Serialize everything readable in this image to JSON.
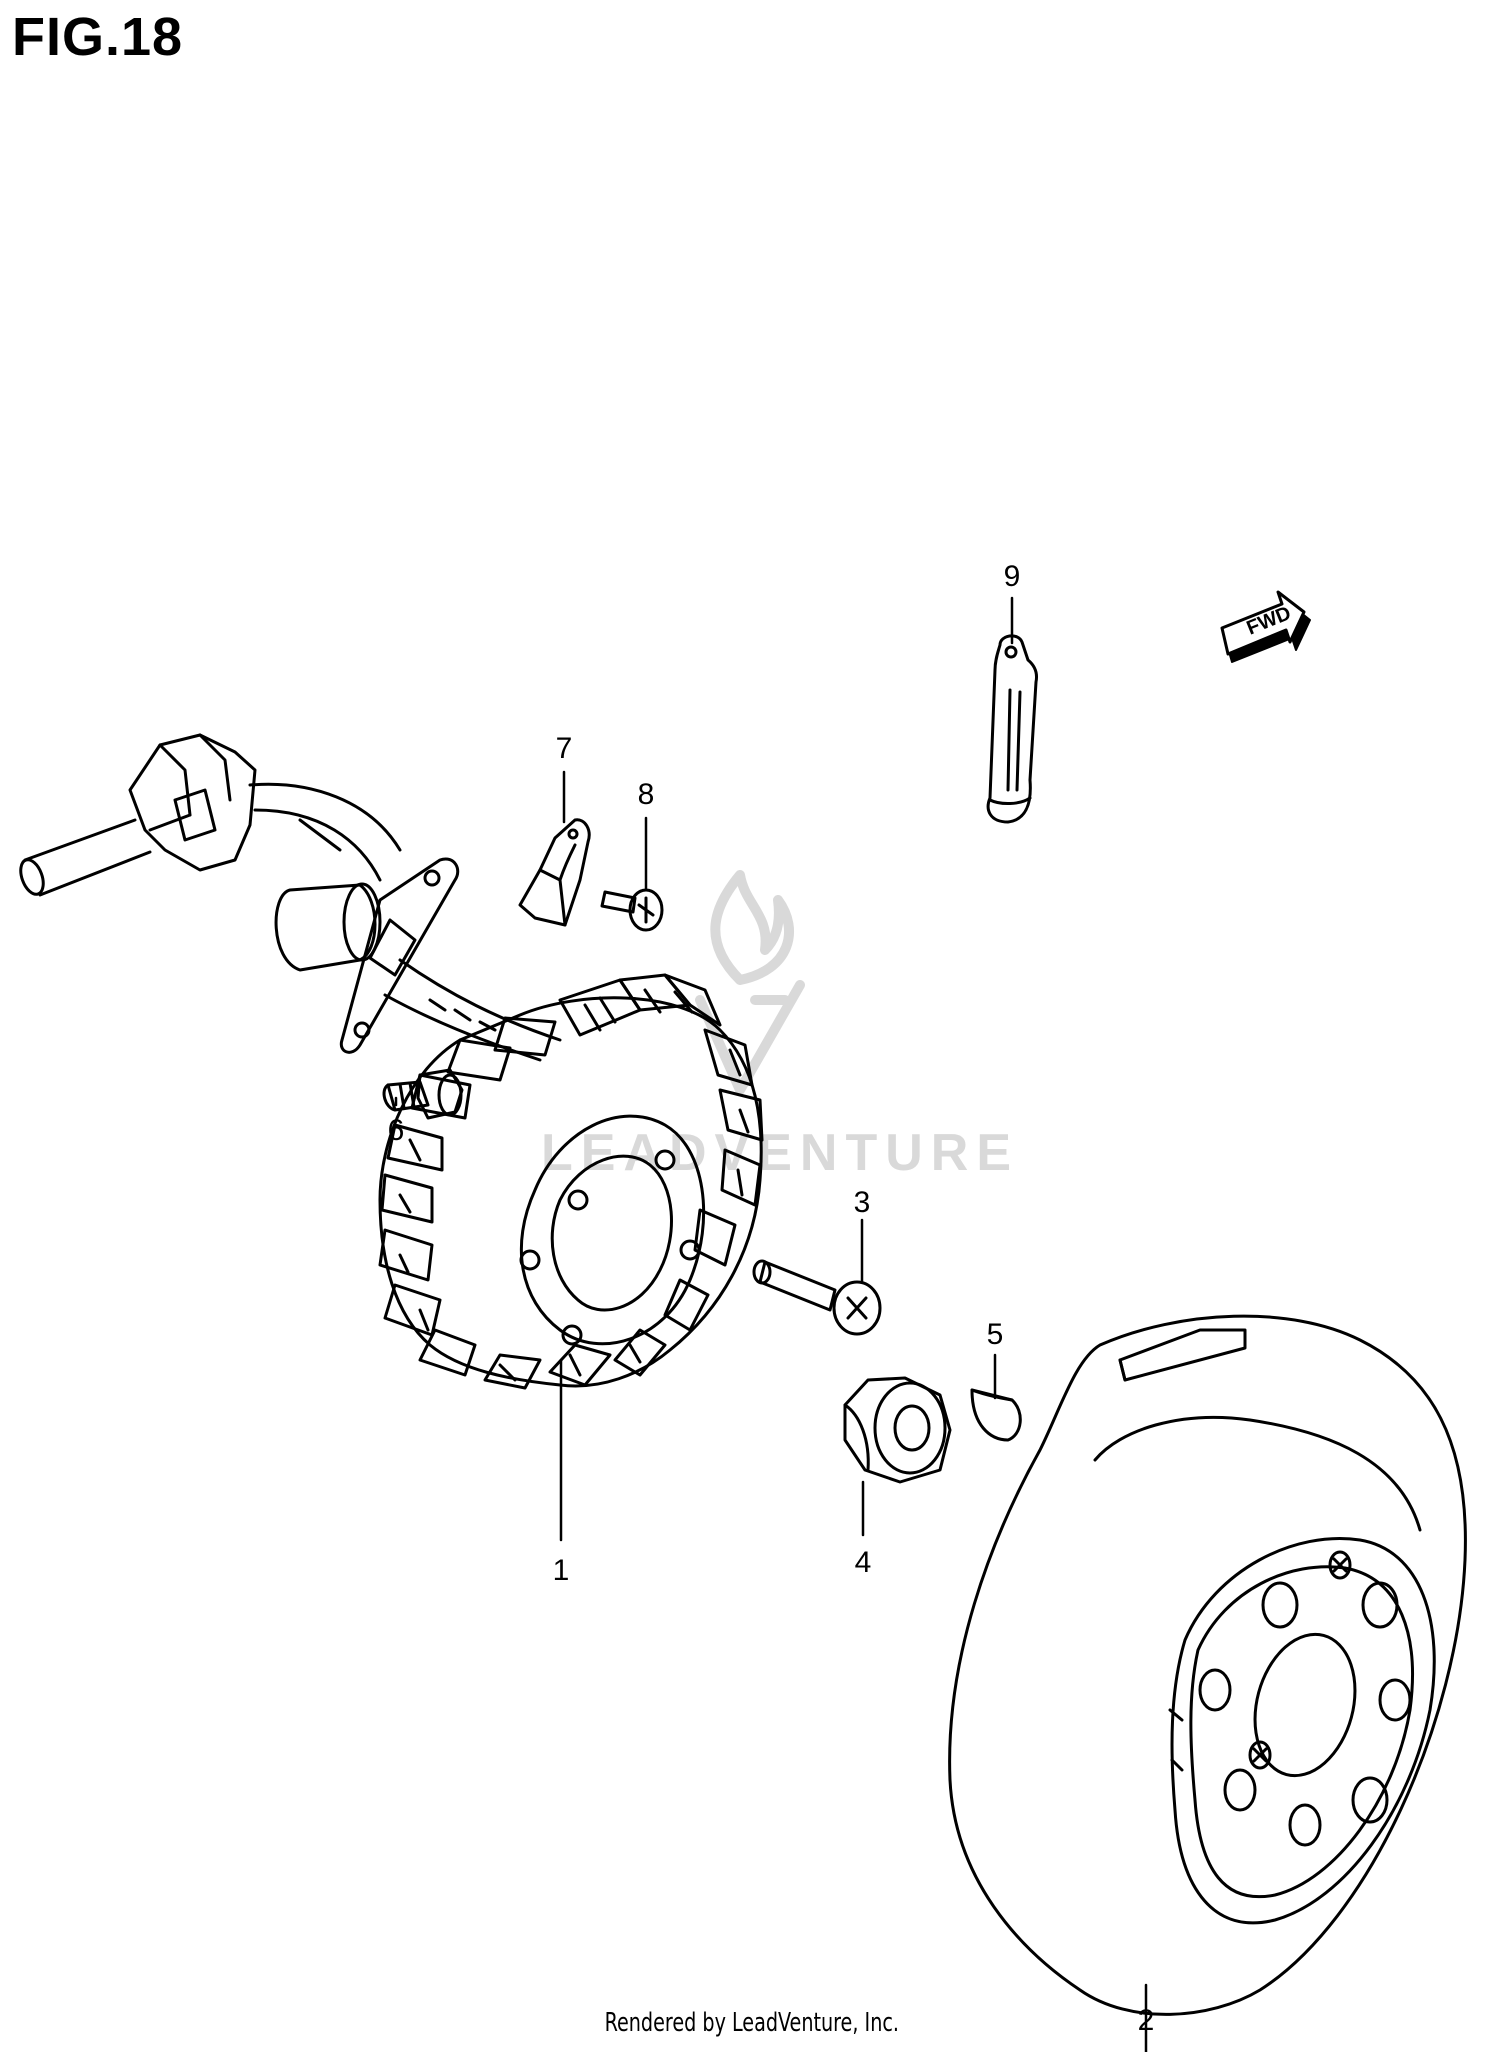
{
  "figure": {
    "title": "FIG.18"
  },
  "callouts": [
    {
      "id": "1",
      "label": "1"
    },
    {
      "id": "2",
      "label": "2"
    },
    {
      "id": "3",
      "label": "3"
    },
    {
      "id": "4",
      "label": "4"
    },
    {
      "id": "5",
      "label": "5"
    },
    {
      "id": "6",
      "label": "6"
    },
    {
      "id": "7",
      "label": "7"
    },
    {
      "id": "8",
      "label": "8"
    },
    {
      "id": "9",
      "label": "9"
    }
  ],
  "direction_badge": {
    "label": "FWD"
  },
  "watermark": {
    "text": "LEADVENTURE"
  },
  "footer": {
    "text": "Rendered by LeadVenture, Inc."
  },
  "colors": {
    "line": "#000000",
    "background": "#ffffff",
    "watermark": "#d9d9d9"
  }
}
